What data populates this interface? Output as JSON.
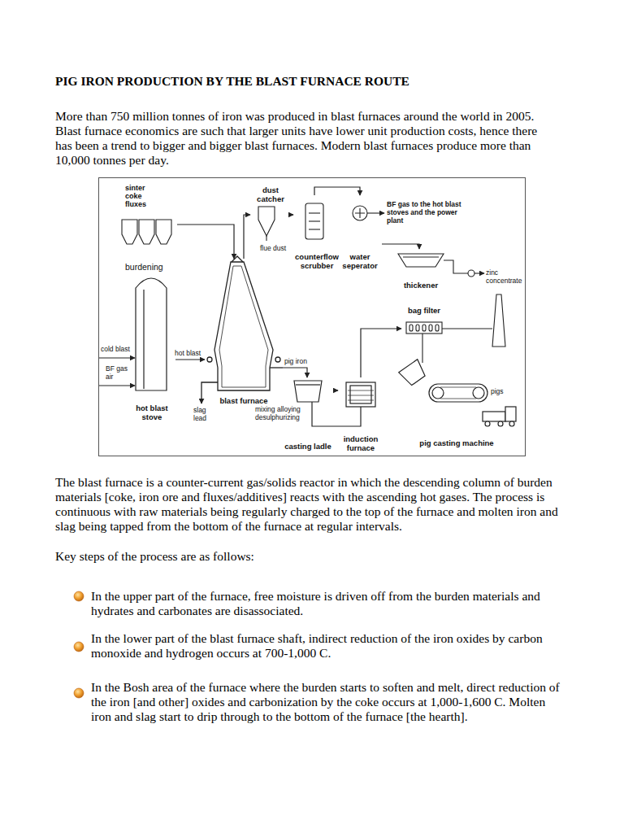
{
  "diagram": {
    "title": "PIG IRON PRODUCTION BY THE BLAST FURNACE ROUTE",
    "nodes": [
      {
        "text": [
          "sinter coke fluxes",
          "burdening"
        ]
      },
      {
        "text": [
          "dust catcher"
        ]
      },
      {
        "text": [
          "counterflow scrubber"
        ]
      },
      {
        "text": [
          "water seperator"
        ]
      },
      {
        "text": [
          "thickener"
        ]
      },
      {
        "text": [
          "bag filter"
        ]
      },
      {
        "text": [
          "hot blast stove"
        ]
      },
      {
        "text": [
          "blast furnace"
        ]
      },
      {
        "text": [
          "casting ladle"
        ]
      },
      {
        "text": [
          "induction furnace"
        ]
      },
      {
        "text": [
          "pig casting machine"
        ]
      }
    ],
    "edges": [
      {
        "from": 0,
        "to": 7,
        "arrow": "to"
      },
      {
        "from": 7,
        "to": 1,
        "arrow": "to"
      },
      {
        "from": 1,
        "to": 2,
        "arrow": "to"
      },
      {
        "from": 2,
        "to": 3,
        "arrow": "to"
      },
      {
        "from": 3,
        "to": 4,
        "arrow": "to"
      },
      {
        "from": 6,
        "to": 7,
        "label": "hot blast",
        "arrow": "to"
      },
      {
        "from": 7,
        "to": 8,
        "label": "pig iron",
        "arrow": "to"
      },
      {
        "from": 8,
        "to": 9,
        "arrow": "to"
      },
      {
        "from": 9,
        "to": 5,
        "arrow": "to"
      }
    ],
    "labels": [
      "More than 750 million tonnes of iron was produced in blast furnaces around the world in 2005. Blast furnace economics are such that larger units have lower unit production costs, hence there has been a trend to bigger and bigger blast furnaces. Modern blast furnaces produce more than 10,000 tonnes per day.",
      "flue dust",
      "BF gas to the hot blast stoves and the power plant",
      "zinc concentrate",
      "cold blast",
      "BF gas air",
      "slag lead",
      "mixing alloying desulphurizing",
      "pigs",
      "The blast furnace is a counter-current gas/solids reactor in which the descending column of burden materials [coke, iron ore and fluxes/additives] reacts with the ascending hot gases. The process is continuous with raw materials being regularly charged to the top of the furnace and molten iron and slag being tapped from the bottom of the furnace at regular intervals.",
      "Key steps of the process are as follows:",
      "In the upper part of the furnace, free moisture is driven off from the burden materials and hydrates and carbonates are disassociated.",
      "In the lower part of the blast furnace shaft, indirect reduction of the iron oxides by carbon monoxide and hydrogen occurs at 700-1,000 C.",
      "In the Bosh area of the furnace where the burden starts to soften and melt, direct reduction of the iron [and other] oxides and carbonization by the coke occurs at 1,000-1,600 C. Molten iron and slag start to drip through to the bottom of the furnace [the hearth]."
    ]
  }
}
